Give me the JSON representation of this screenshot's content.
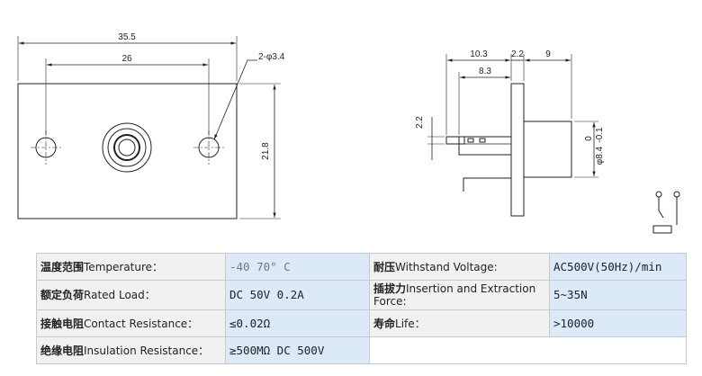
{
  "front_view": {
    "overall_width": "35.5",
    "hole_spacing": "26",
    "hole_callout": "2-φ3.4",
    "height": "21.8"
  },
  "side_view": {
    "dim_a": "10.3",
    "dim_b": "2.2",
    "dim_c": "9",
    "dim_d": "8.3",
    "pin_offset": "2.2",
    "diameter": "φ8.4",
    "tol_upper": "0",
    "tol_lower": "-0.1"
  },
  "specs": {
    "rows": [
      {
        "label_zh": "温度范围",
        "label_en": "Temperature：",
        "value": "-40   70° C",
        "label2_zh": "耐压",
        "label2_en": "Withstand Voltage:",
        "value2": "AC500V(50Hz)/min"
      },
      {
        "label_zh": "额定负荷",
        "label_en": "Rated Load：",
        "value": "DC 50V 0.2A",
        "label2_zh": "插拔力",
        "label2_en": "Insertion and Extraction Force:",
        "value2": "5~35N"
      },
      {
        "label_zh": "接触电阻",
        "label_en": "Contact Resistance：",
        "value": "≤0.02Ω",
        "label2_zh": "寿命",
        "label2_en": "Life：",
        "value2": ">10000"
      },
      {
        "label_zh": "绝缘电阻",
        "label_en": "Insulation Resistance：",
        "value": "≥500MΩ DC 500V",
        "label2_zh": "",
        "label2_en": "",
        "value2": ""
      }
    ]
  }
}
